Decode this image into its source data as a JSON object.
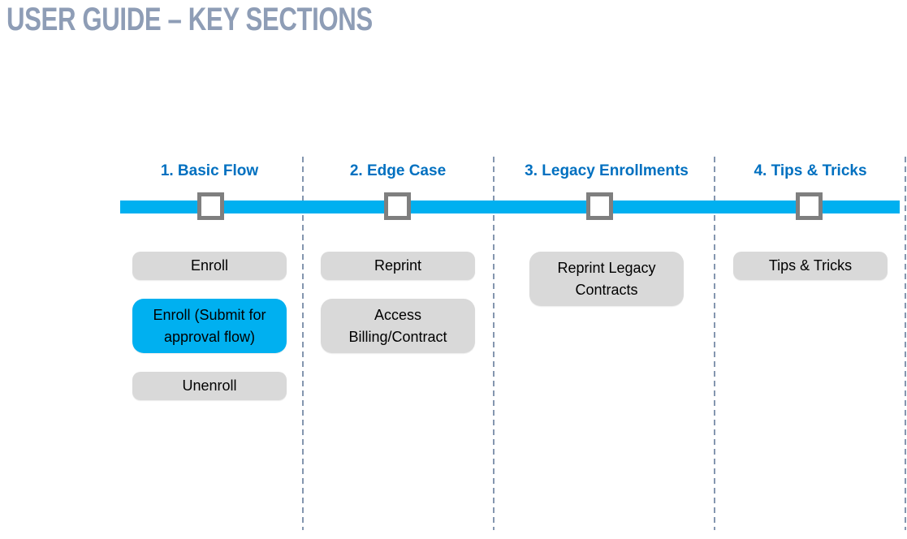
{
  "title": "USER GUIDE – KEY SECTIONS",
  "colors": {
    "title": "#8E9DB6",
    "header": "#0070C0",
    "accent": "#00B0F0",
    "pill": "#D9D9D9",
    "marker": "#7F7F7F",
    "divider": "#8496AF",
    "text": "#000000",
    "background": "#FFFFFF"
  },
  "sections": [
    {
      "label": "1. Basic Flow",
      "items": [
        {
          "label": "Enroll",
          "highlighted": false
        },
        {
          "label": "Enroll (Submit for approval flow)",
          "highlighted": true
        },
        {
          "label": "Unenroll",
          "highlighted": false
        }
      ]
    },
    {
      "label": "2. Edge Case",
      "items": [
        {
          "label": "Reprint",
          "highlighted": false
        },
        {
          "label": "Access Billing/Contract",
          "highlighted": false
        }
      ]
    },
    {
      "label": "3. Legacy Enrollments",
      "items": [
        {
          "label": "Reprint Legacy Contracts",
          "highlighted": false
        }
      ]
    },
    {
      "label": "4. Tips & Tricks",
      "items": [
        {
          "label": "Tips & Tricks",
          "highlighted": false
        }
      ]
    }
  ]
}
